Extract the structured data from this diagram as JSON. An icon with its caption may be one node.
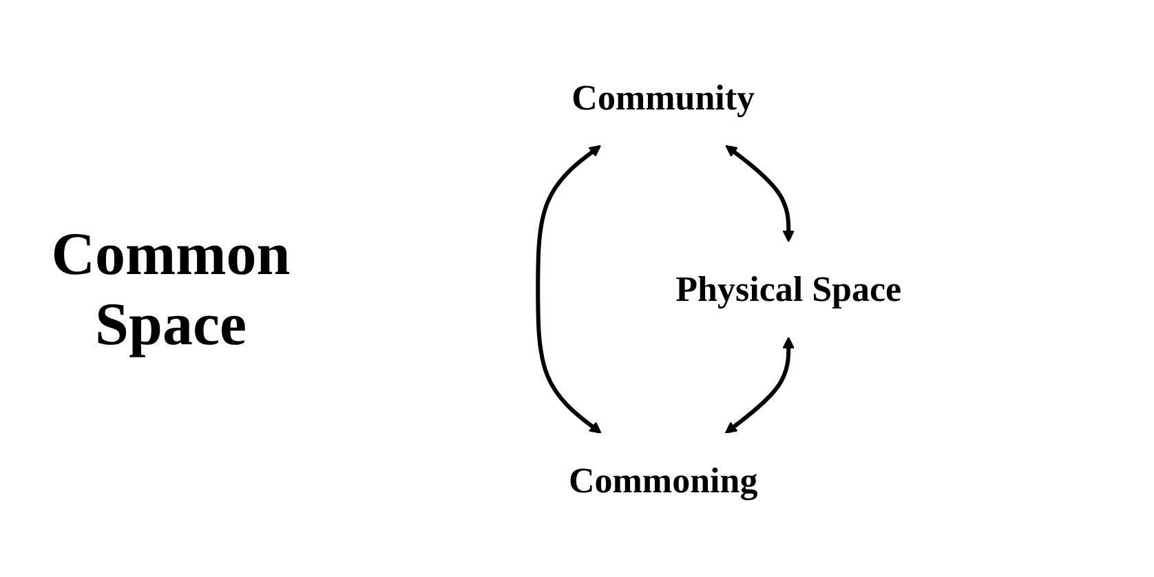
{
  "diagram": {
    "nodes": [
      {
        "text": [
          "Community"
        ]
      },
      {
        "text": [
          "Physical Space"
        ]
      },
      {
        "text": [
          "Commoning"
        ]
      }
    ],
    "edges": [
      {
        "from": 0,
        "to": 1,
        "arrow": "both"
      },
      {
        "from": 0,
        "to": 2,
        "arrow": "both"
      },
      {
        "from": 1,
        "to": 2,
        "arrow": "both"
      }
    ],
    "labels": [
      "Common Space"
    ]
  }
}
